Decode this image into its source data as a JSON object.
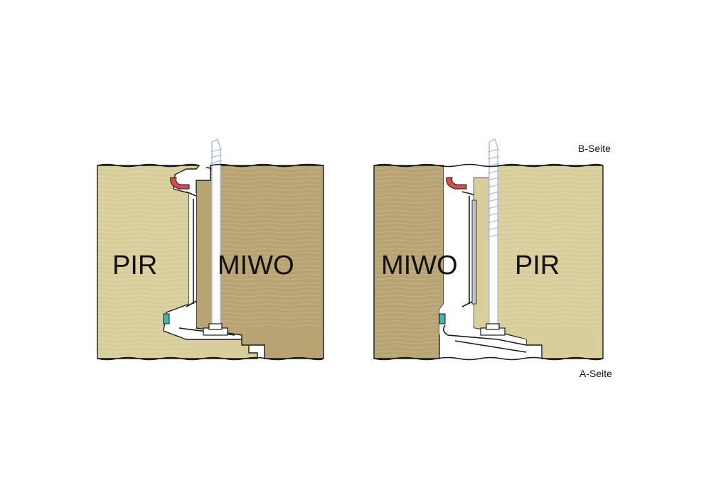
{
  "labels": {
    "b_side": "B-Seite",
    "a_side": "A-Seite"
  },
  "panels": [
    {
      "left_material": "PIR",
      "right_material": "MIWO"
    },
    {
      "left_material": "MIWO",
      "right_material": "PIR"
    }
  ],
  "colors": {
    "pir": "#D8CE9C",
    "miwo": "#B8A372",
    "seal_red": "#D94A4A",
    "seal_teal": "#3FB8A9",
    "screw": "#A9BEE0",
    "steel": "#BFC4C9",
    "outline": "#1A1A1A"
  }
}
